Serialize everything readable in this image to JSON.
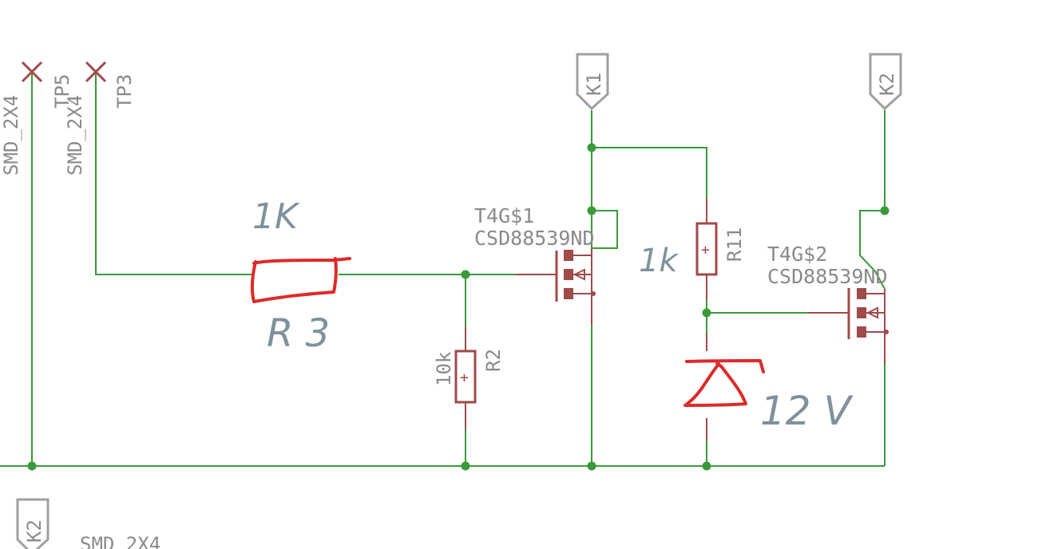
{
  "labels": {
    "smd_left": "SMD_2X4",
    "smd_mid": "SMD_2X4",
    "smd_bottom": "SMD_2X4",
    "tp5": "TP5",
    "tp3": "TP3",
    "k1": "K1",
    "k2_top": "K2",
    "k2_bottom": "K2",
    "t1_name": "T4G$1",
    "t1_value": "CSD88539ND",
    "t2_name": "T4G$2",
    "t2_value": "CSD88539ND",
    "r11_name": "R11",
    "r2_name": "R2",
    "r2_value": "10k",
    "plus": "+"
  },
  "handwritten": {
    "r3_value": "1K",
    "r3_name": "R 3",
    "r11_value": "1k",
    "zener_value": "12 V"
  },
  "colors": {
    "wire": "#3a9a3a",
    "part": "#a04a4a",
    "label": "#8a8a8a",
    "handwriting": "#7f929c",
    "red_sketch": "#dd2a2a"
  }
}
